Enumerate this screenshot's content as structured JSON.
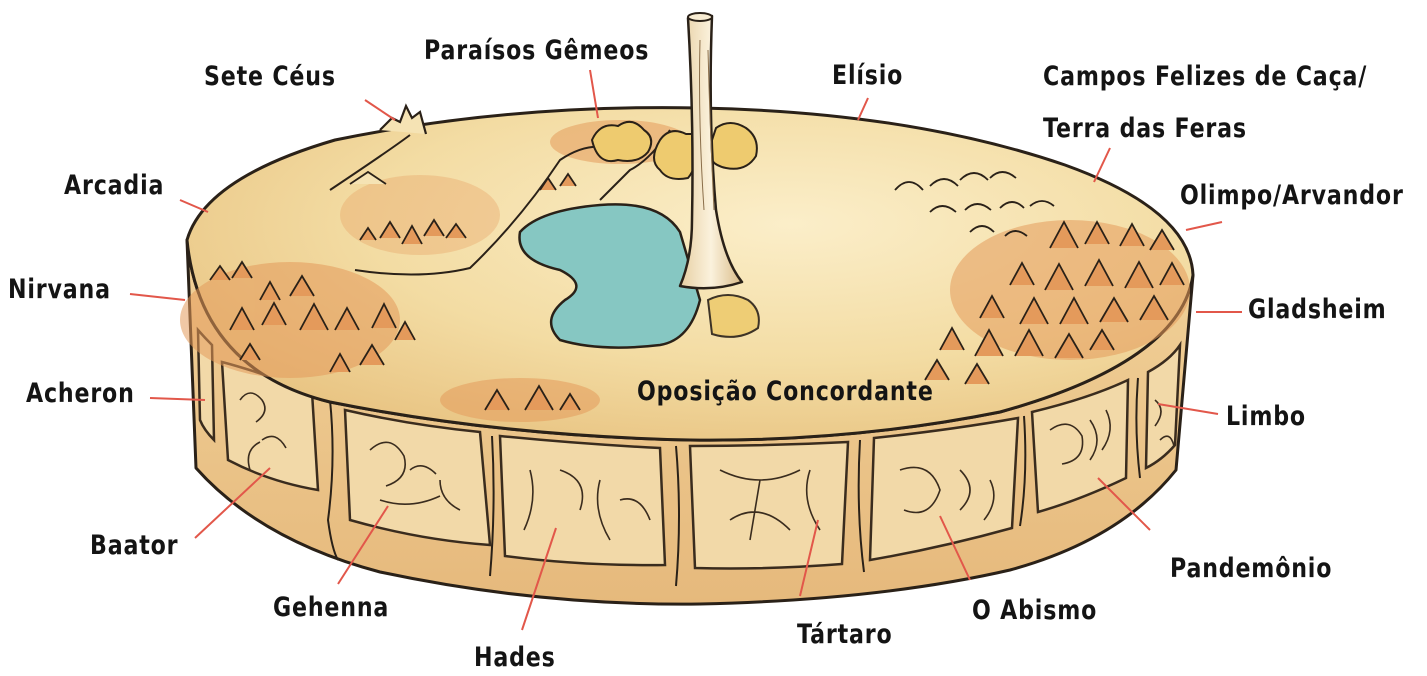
{
  "labels": {
    "sete_ceus": "Sete Céus",
    "paraisos_gemeos": "Paraísos Gêmeos",
    "elisio": "Elísio",
    "campos_felizes": "Campos Felizes de Caça/",
    "terra_das_feras": "Terra das Feras",
    "arcadia": "Arcadia",
    "olimpo_arvandor": "Olimpo/Arvandor",
    "nirvana": "Nirvana",
    "gladsheim": "Gladsheim",
    "acheron": "Acheron",
    "oposicao_concordante": "Oposição Concordante",
    "limbo": "Limbo",
    "baator": "Baator",
    "pandemonio": "Pandemônio",
    "gehenna": "Gehenna",
    "o_abismo": "O Abismo",
    "hades": "Hades",
    "tartaro": "Tártaro"
  },
  "colors": {
    "disc_top": "#f3dca3",
    "disc_rim": "#ecc88e",
    "terrain_orange": "#e49a5b",
    "lake": "#86c7c2",
    "leader_lines": "#e2574a",
    "outline": "#2a2118"
  }
}
